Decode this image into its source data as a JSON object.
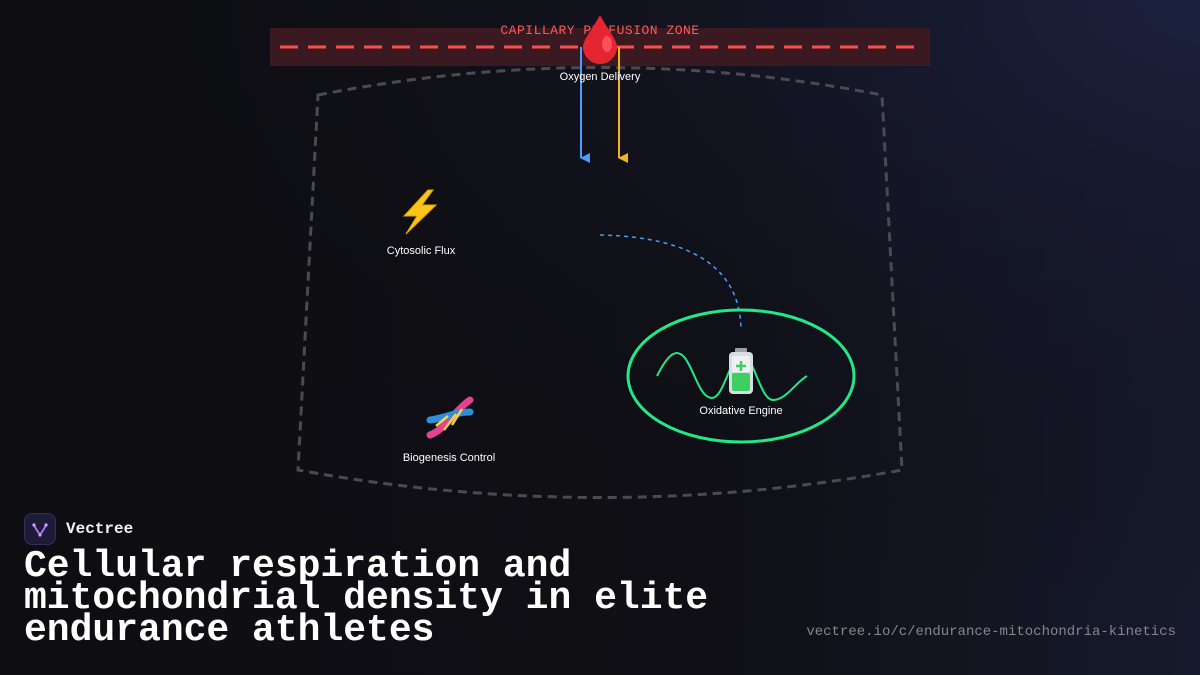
{
  "diagram": {
    "zone_label": "CAPILLARY PERFUSION ZONE",
    "nodes": {
      "oxygen": {
        "label": "Oxygen Delivery",
        "icon": "blood-drop-icon",
        "glyph": "🩸"
      },
      "flux": {
        "label": "Cytosolic Flux",
        "icon": "lightning-icon",
        "glyph": "⚡"
      },
      "engine": {
        "label": "Oxidative Engine",
        "icon": "battery-icon",
        "glyph": "🔋"
      },
      "biogenesis": {
        "label": "Biogenesis Control",
        "icon": "dna-icon",
        "glyph": "🧬"
      }
    },
    "colors": {
      "zone": "#ff4d4d",
      "zone_fill": "#3a1a20",
      "arrow_left": "#4a9eff",
      "arrow_right": "#f5b41e",
      "engine_ring": "#22e88a",
      "cell_border": "#4a4a50"
    }
  },
  "brand": {
    "name": "Vectree",
    "icon": "vectree-logo-icon"
  },
  "title": "Cellular respiration and mitochondrial density in elite endurance athletes",
  "url": "vectree.io/c/endurance-mitochondria-kinetics"
}
